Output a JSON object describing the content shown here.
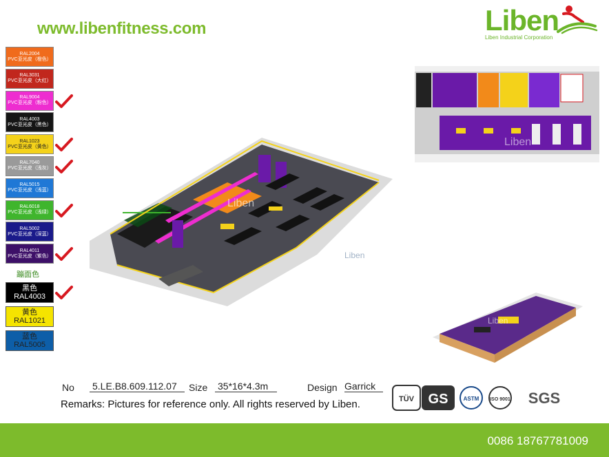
{
  "header": {
    "website": "www.libenfitness.com",
    "logo_word": "Liben",
    "logo_sub": "Liben Industrial Corporation"
  },
  "colors": {
    "brand_green": "#7dbb2c",
    "check_red": "#d71920"
  },
  "swatches": [
    {
      "code": "RAL2004",
      "desc": "PVC亚光皮（橙色）",
      "color": "#f06b1c",
      "text": "#ffffff",
      "checked": false
    },
    {
      "code": "RAL3031",
      "desc": "PVC亚光皮（大红）",
      "color": "#c1271d",
      "text": "#ffffff",
      "checked": false
    },
    {
      "code": "RAL9004",
      "desc": "PVC亚光皮（粉色）",
      "color": "#ee2dd0",
      "text": "#ffffff",
      "checked": true
    },
    {
      "code": "RAL4003",
      "desc": "PVC亚光皮（黑色）",
      "color": "#151515",
      "text": "#ffffff",
      "checked": false
    },
    {
      "code": "RAL1023",
      "desc": "PVC亚光皮（黄色）",
      "color": "#f4d21a",
      "text": "#222222",
      "checked": true
    },
    {
      "code": "RAL7040",
      "desc": "PVC亚光皮（浅灰）",
      "color": "#9a9a9a",
      "text": "#ffffff",
      "checked": true
    },
    {
      "code": "RAL5015",
      "desc": "PVC亚光皮（浅蓝）",
      "color": "#1f78d6",
      "text": "#ffffff",
      "checked": false
    },
    {
      "code": "RAL6018",
      "desc": "PVC亚光皮（浅绿）",
      "color": "#3fb52d",
      "text": "#ffffff",
      "checked": true
    },
    {
      "code": "RAL5002",
      "desc": "PVC亚光皮（深蓝）",
      "color": "#1a1a8a",
      "text": "#ffffff",
      "checked": false
    },
    {
      "code": "RAL4011",
      "desc": "PVC亚光皮（紫色）",
      "color": "#3d1068",
      "text": "#ffffff",
      "checked": true
    }
  ],
  "bed_title": "蹦面色",
  "beds": [
    {
      "name": "黑色",
      "code": "RAL4003",
      "color": "#000000",
      "text": "#ffffff",
      "checked": true
    },
    {
      "name": "黄色",
      "code": "RAL1021",
      "color": "#f5e400",
      "text": "#222222",
      "checked": false
    },
    {
      "name": "蓝色",
      "code": "RAL5005",
      "color": "#0d5ea8",
      "text": "#222222",
      "checked": false
    }
  ],
  "watermark": "Liben",
  "info": {
    "no_label": "No",
    "no_value": "5.LE.B8.609.112.07",
    "size_label": "Size",
    "size_value": "35*16*4.3m",
    "design_label": "Design",
    "design_value": "Garrick"
  },
  "remarks": "Remarks: Pictures for reference only. All rights reserved by Liben.",
  "certs": {
    "tuv": "TÜV",
    "gs": "GS",
    "astm": "ASTM",
    "iso": "ISO 9001",
    "sgs": "SGS"
  },
  "footer": {
    "phone": "0086 18767781009"
  }
}
